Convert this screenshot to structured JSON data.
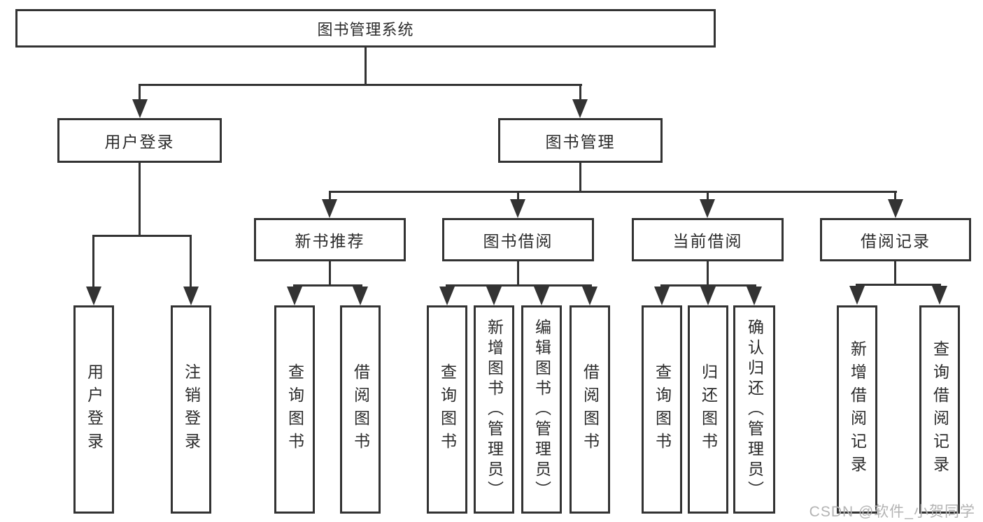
{
  "diagram": {
    "type": "tree",
    "colors": {
      "line": "#333333",
      "text": "#2b2b2b",
      "background": "#ffffff",
      "watermark": "#b3b3b3"
    },
    "nodes": {
      "root": "图书管理系统",
      "user_login": "用户登录",
      "book_mgmt": "图书管理",
      "new_books": "新书推荐",
      "book_borrow": "图书借阅",
      "current_borrow": "当前借阅",
      "borrow_records": "借阅记录",
      "leaves": {
        "user_login_1": "用户登录",
        "user_login_2": "注销登录",
        "new_books_1": "查询图书",
        "new_books_2": "借阅图书",
        "book_borrow_1": "查询图书",
        "book_borrow_2": "新增图书（管理员）",
        "book_borrow_3": "编辑图书（管理员）",
        "book_borrow_4": "借阅图书",
        "current_borrow_1": "查询图书",
        "current_borrow_2": "归还图书",
        "current_borrow_3": "确认归还（管理员）",
        "borrow_records_1": "新增借阅记录",
        "borrow_records_2": "查询借阅记录"
      }
    },
    "hierarchy": {
      "图书管理系统": {
        "用户登录": [
          "用户登录",
          "注销登录"
        ],
        "图书管理": {
          "新书推荐": [
            "查询图书",
            "借阅图书"
          ],
          "图书借阅": [
            "查询图书",
            "新增图书（管理员）",
            "编辑图书（管理员）",
            "借阅图书"
          ],
          "当前借阅": [
            "查询图书",
            "归还图书",
            "确认归还（管理员）"
          ],
          "借阅记录": [
            "新增借阅记录",
            "查询借阅记录"
          ]
        }
      }
    }
  },
  "watermark": {
    "text": "CSDN @软件_小贺同学"
  }
}
